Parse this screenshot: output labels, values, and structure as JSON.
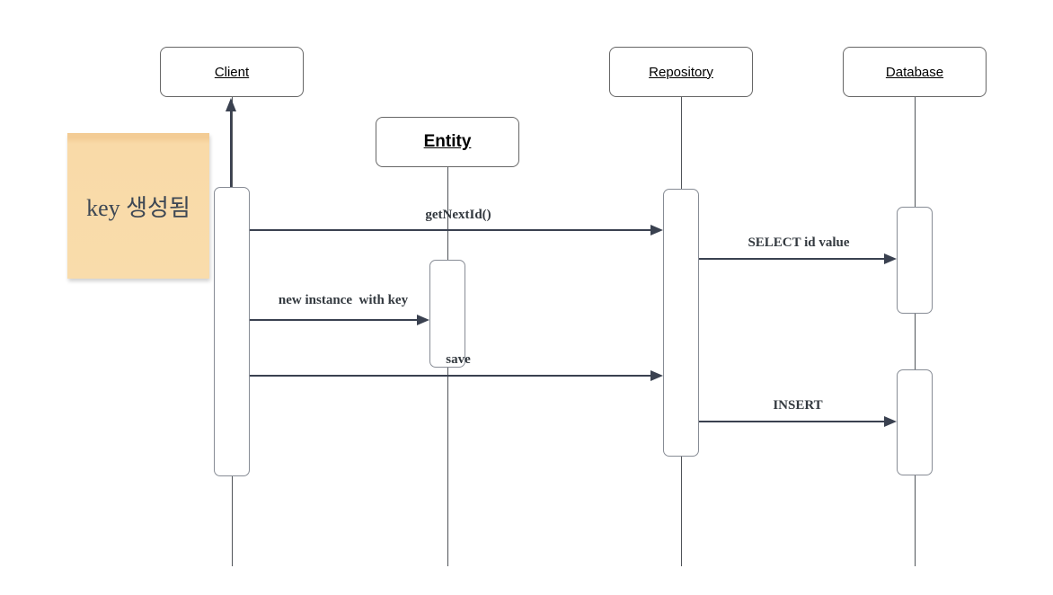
{
  "diagram": {
    "type": "uml-sequence",
    "lifelines": [
      {
        "id": "client",
        "label": "Client"
      },
      {
        "id": "entity",
        "label": "Entity"
      },
      {
        "id": "repository",
        "label": "Repository"
      },
      {
        "id": "database",
        "label": "Database"
      }
    ],
    "note": {
      "text": "key 생성됨",
      "bg_color": "#f9daa8",
      "text_color": "#3d4754"
    },
    "messages": [
      {
        "id": "get-next-id",
        "from": "Client",
        "to": "Repository",
        "label": "getNextId()"
      },
      {
        "id": "select-id-value",
        "from": "Repository",
        "to": "Database",
        "label": "SELECT id value"
      },
      {
        "id": "new-instance-with-key",
        "from": "Client",
        "to": "Entity",
        "label": "new instance  with key"
      },
      {
        "id": "save",
        "from": "Client",
        "to": "Repository",
        "label": "save"
      },
      {
        "id": "insert",
        "from": "Repository",
        "to": "Database",
        "label": "INSERT"
      },
      {
        "id": "return-to-client",
        "from": "Client activation",
        "to": "Client",
        "label": ""
      }
    ],
    "colors": {
      "background": "#ffffff",
      "box_border": "#666666",
      "activation_border": "#878c95",
      "arrow": "#3a4150",
      "label_text": "#33393f"
    }
  }
}
